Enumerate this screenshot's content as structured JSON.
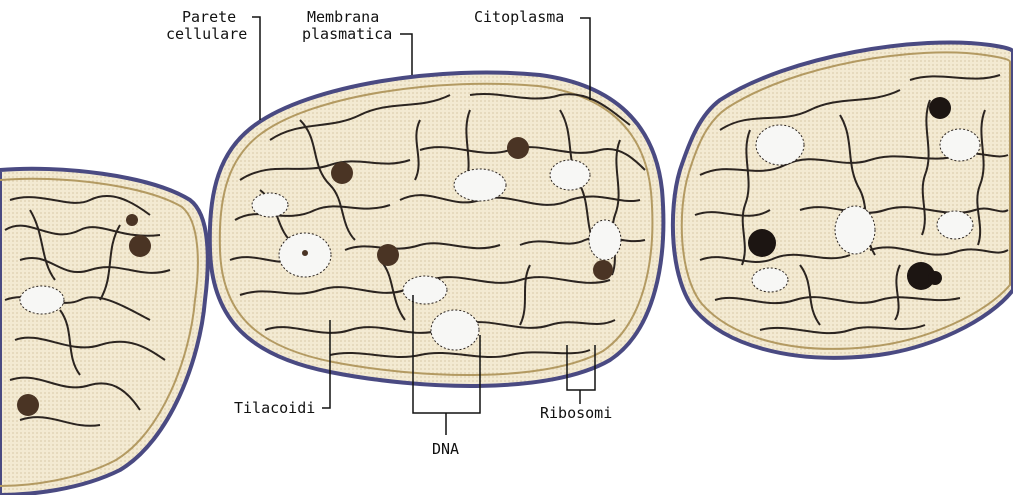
{
  "labels": {
    "cell_wall": [
      "Parete",
      "cellulare"
    ],
    "plasma_membrane": [
      "Membrana",
      "plasmatica"
    ],
    "cytoplasm": "Citoplasma",
    "thylakoids": "Tilacoidi",
    "dna": "DNA",
    "ribosomes": "Ribosomi"
  },
  "colors": {
    "background": "#ffffff",
    "cell_wall": "#4a4a82",
    "cytoplasm_fill": "#f3ead2",
    "membrane": "#b39a62",
    "thylakoid": "#2b2420",
    "nucleoid_fill": "#f7f7f5",
    "dark_granule": "#4a3424",
    "label_text": "#111111"
  }
}
